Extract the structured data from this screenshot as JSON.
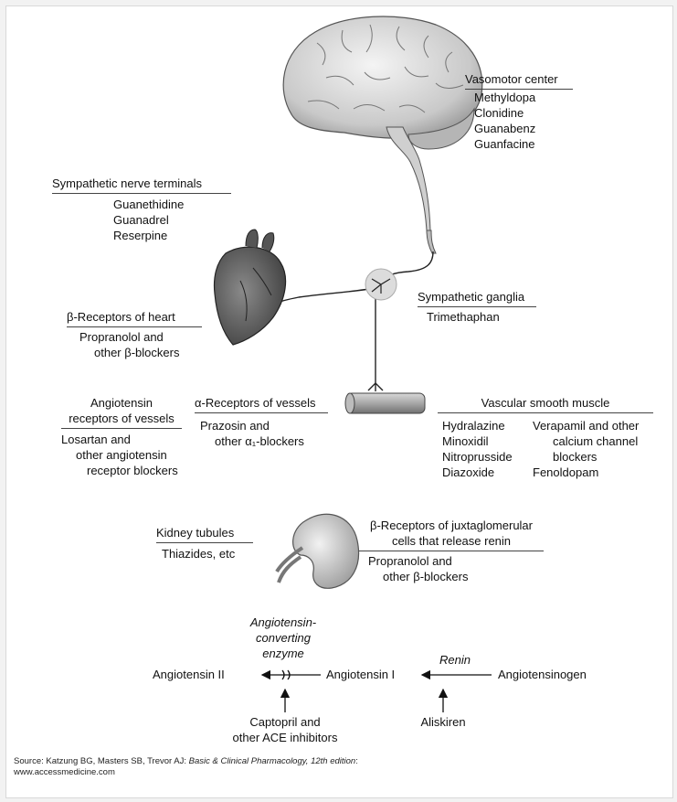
{
  "vasomotor": {
    "title": "Vasomotor center",
    "drugs": [
      "Methyldopa",
      "Clonidine",
      "Guanabenz",
      "Guanfacine"
    ]
  },
  "sympathetic_terminals": {
    "title": "Sympathetic nerve terminals",
    "drugs": [
      "Guanethidine",
      "Guanadrel",
      "Reserpine"
    ]
  },
  "beta_heart": {
    "title": "β-Receptors of heart",
    "drugs": [
      "Propranolol and",
      "other β-blockers"
    ]
  },
  "ganglia": {
    "title": "Sympathetic ganglia",
    "drugs": [
      "Trimethaphan"
    ]
  },
  "angiotensin_receptors": {
    "title_lines": [
      "Angiotensin",
      "receptors of vessels"
    ],
    "drugs": [
      "Losartan and",
      "other angiotensin",
      "receptor blockers"
    ]
  },
  "alpha_vessels": {
    "title": "α-Receptors of vessels",
    "drugs": [
      "Prazosin and",
      "other α₁-blockers"
    ]
  },
  "vascular_smooth_muscle": {
    "title": "Vascular smooth muscle",
    "col1": [
      "Hydralazine",
      "Minoxidil",
      "Nitroprusside",
      "Diazoxide"
    ],
    "col2": [
      "Verapamil and other",
      "calcium channel",
      "blockers",
      "Fenoldopam"
    ]
  },
  "kidney_tubules": {
    "title": "Kidney tubules",
    "drugs": [
      "Thiazides, etc"
    ]
  },
  "beta_juxta": {
    "title_lines": [
      "β-Receptors of juxtaglomerular",
      "cells that release renin"
    ],
    "drugs": [
      "Propranolol and",
      "other β-blockers"
    ]
  },
  "raas": {
    "ace_label": [
      "Angiotensin-",
      "converting",
      "enzyme"
    ],
    "angiotensin_ii": "Angiotensin II",
    "angiotensin_i": "Angiotensin I",
    "renin": "Renin",
    "angiotensinogen": "Angiotensinogen",
    "ace_inhibitors": [
      "Captopril and",
      "other ACE inhibitors"
    ],
    "aliskiren": "Aliskiren"
  },
  "source": {
    "prefix": "Source: Katzung BG, Masters SB, Trevor AJ: ",
    "book": "Basic & Clinical Pharmacology, 12th edition",
    "suffix": ":",
    "url": "www.accessmedicine.com"
  }
}
